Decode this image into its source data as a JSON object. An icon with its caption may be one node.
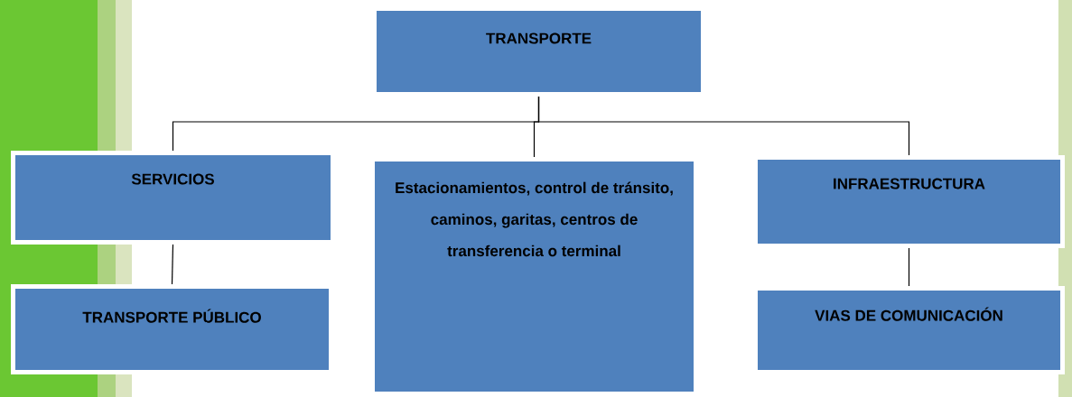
{
  "diagram": {
    "nodes": [
      {
        "text": [
          "TRANSPORTE"
        ]
      },
      {
        "text": [
          "SERVICIOS"
        ]
      },
      {
        "text": [
          "Estacionamientos, control de tránsito, caminos, garitas, centros de transferencia o terminal"
        ]
      },
      {
        "text": [
          "INFRAESTRUCTURA"
        ]
      },
      {
        "text": [
          "TRANSPORTE PÚBLICO"
        ]
      },
      {
        "text": [
          "VIAS DE COMUNICACIÓN"
        ]
      }
    ],
    "edges": [
      {
        "from": 0,
        "to": 1,
        "arrow": "none"
      },
      {
        "from": 0,
        "to": 2,
        "arrow": "none"
      },
      {
        "from": 0,
        "to": 3,
        "arrow": "none"
      },
      {
        "from": 1,
        "to": 4,
        "arrow": "none"
      },
      {
        "from": 3,
        "to": 5,
        "arrow": "none"
      }
    ]
  }
}
